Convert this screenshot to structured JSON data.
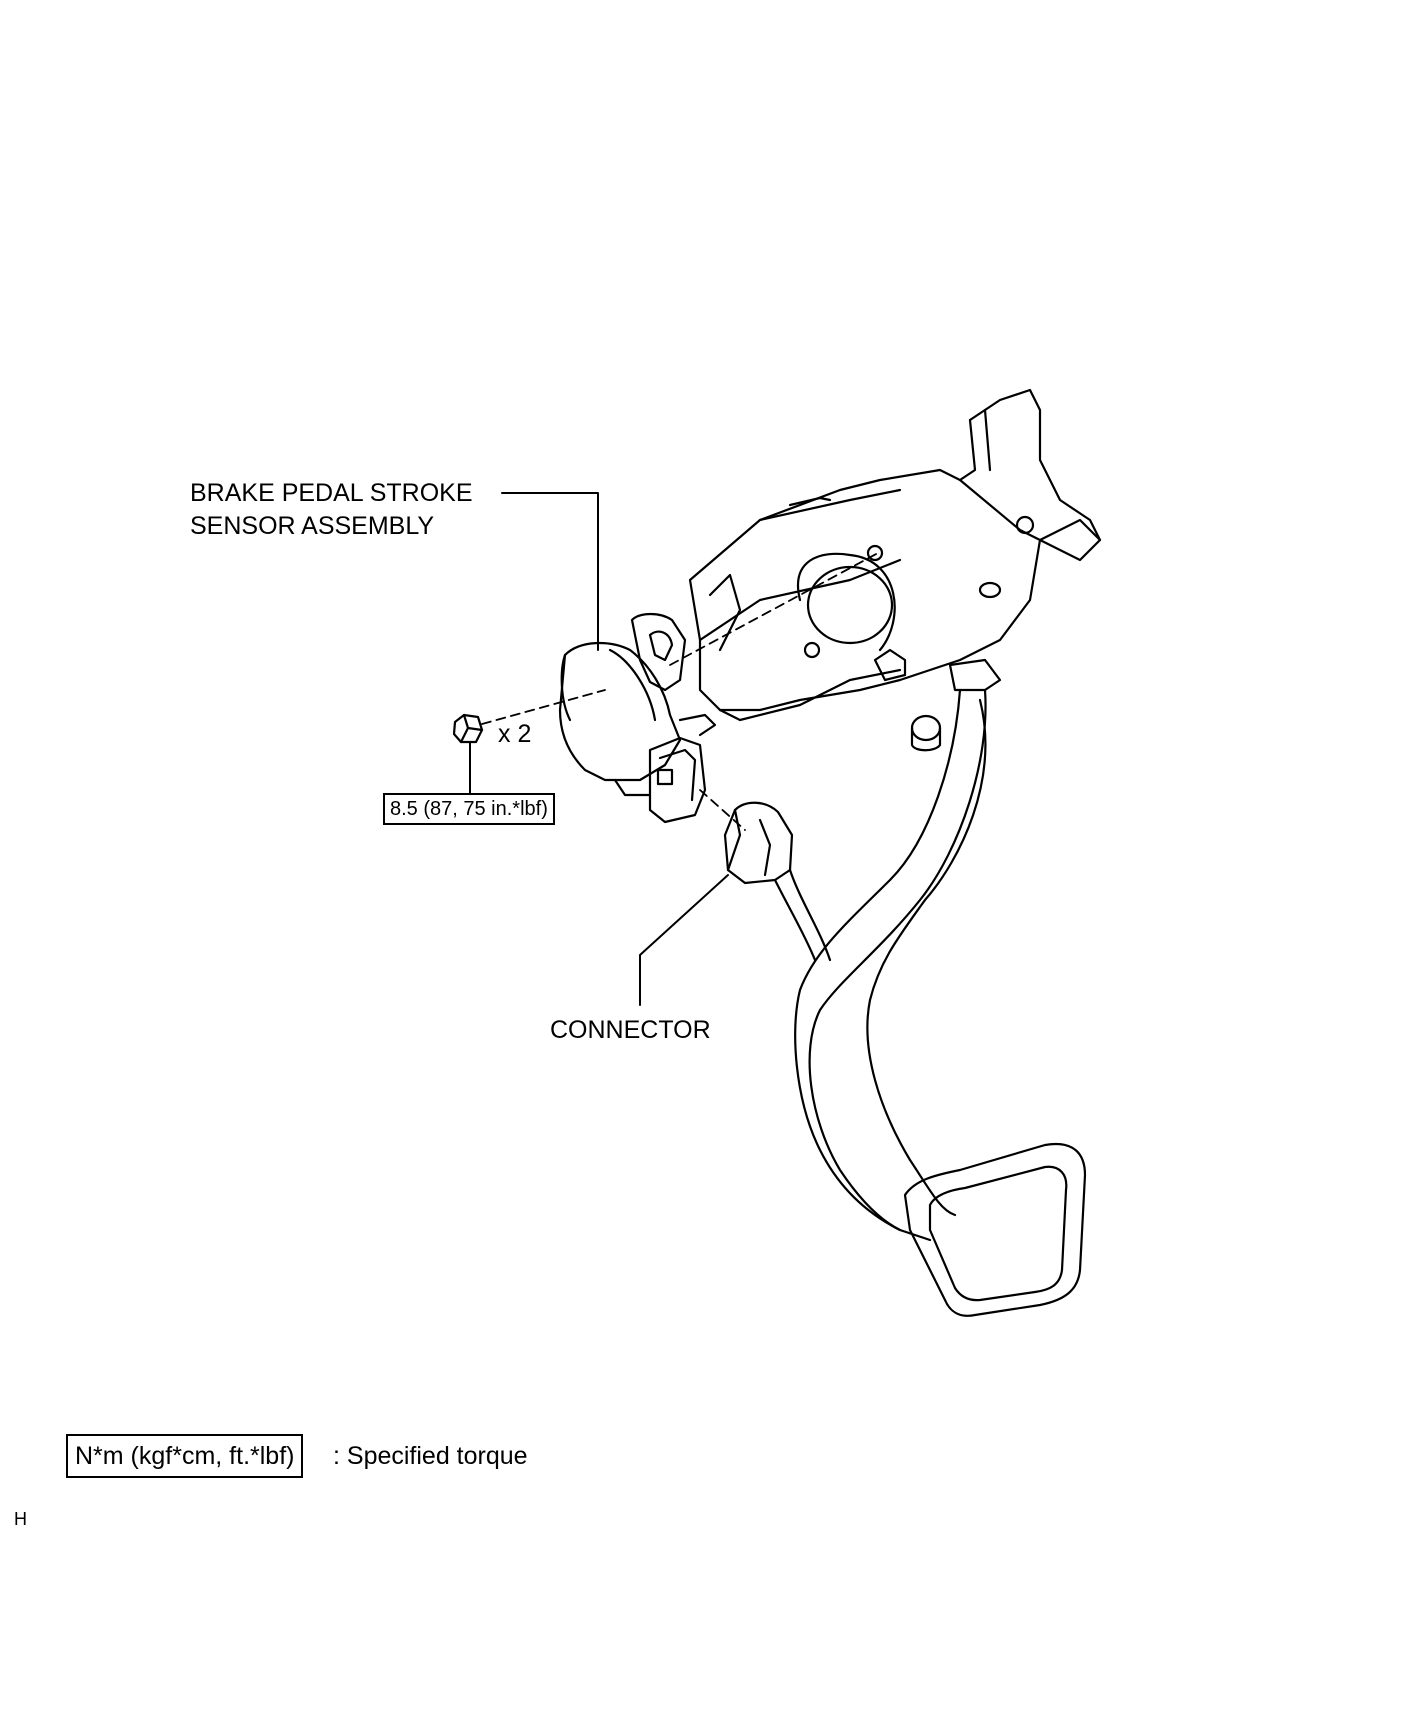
{
  "labels": {
    "sensor_line1": "BRAKE PEDAL STROKE",
    "sensor_line2": "SENSOR ASSEMBLY",
    "bolt_count": "x 2",
    "torque_value": "8.5 (87, 75 in.*lbf)",
    "connector": "CONNECTOR"
  },
  "legend": {
    "unit_box": "N*m (kgf*cm, ft.*lbf)",
    "description": ": Specified torque"
  },
  "footer": {
    "code": "H"
  }
}
